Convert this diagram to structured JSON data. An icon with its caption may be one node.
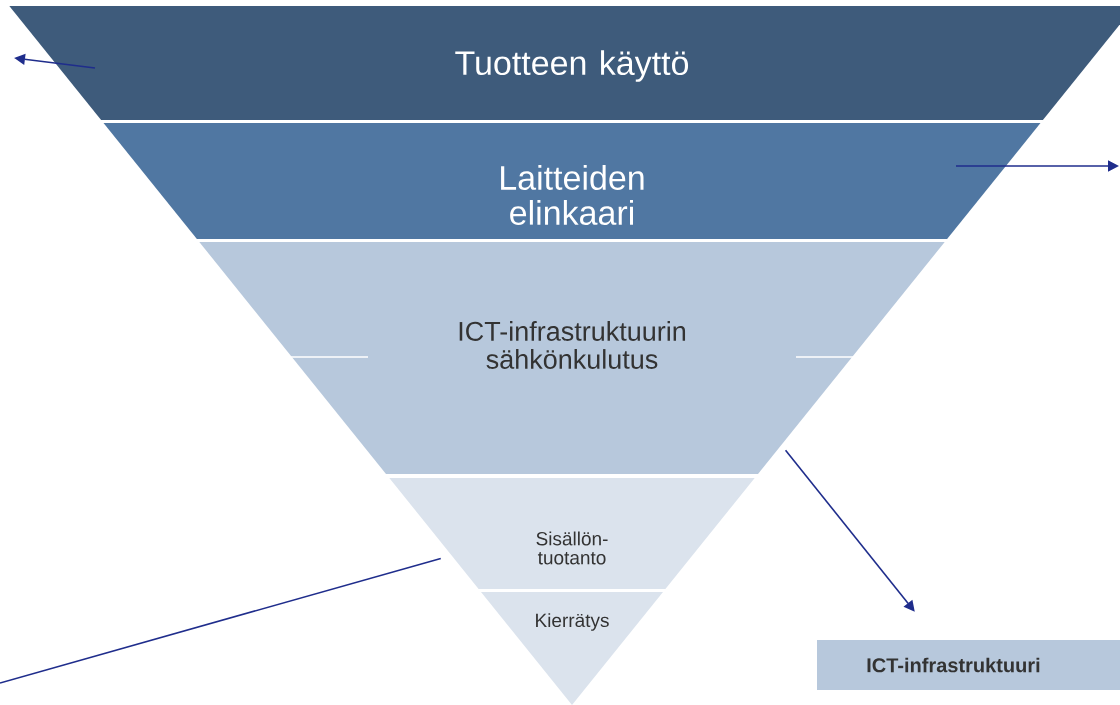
{
  "diagram": {
    "nodes": [
      {
        "text": [
          "Tuotteen käyttö"
        ]
      },
      {
        "text": [
          "Laitteiden elinkaari"
        ]
      },
      {
        "text": [
          "ICT-infrastruktuurin sähkönkulutus"
        ]
      },
      {
        "text": [
          "Sisällön- tuotanto"
        ]
      },
      {
        "text": [
          "Kierrätys"
        ]
      },
      {
        "text": [
          "ICT-infrastruktuuri"
        ]
      }
    ],
    "edges": [
      {
        "from": 0,
        "to": null,
        "arrow": "to"
      },
      {
        "from": 1,
        "to": null,
        "arrow": "to"
      },
      {
        "from": 2,
        "to": 5,
        "arrow": "to"
      },
      {
        "from": 3,
        "to": null,
        "arrow": "none"
      }
    ]
  }
}
